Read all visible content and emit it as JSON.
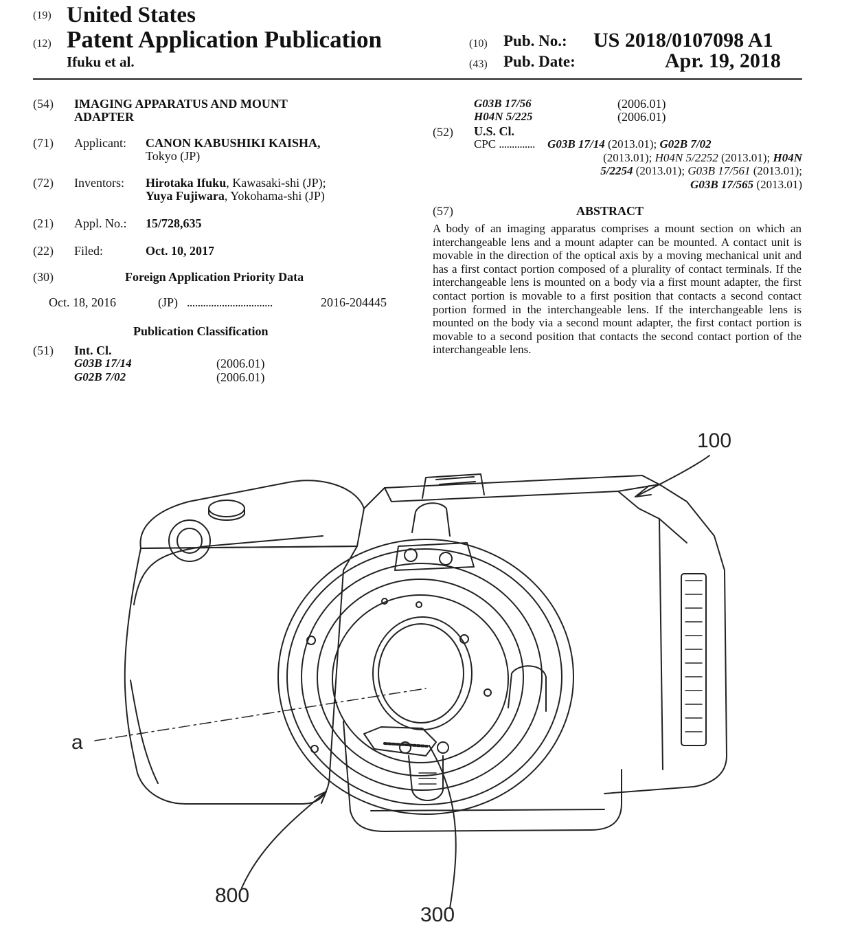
{
  "header": {
    "code_19": "(19)",
    "country": "United States",
    "code_12": "(12)",
    "doc_type": "Patent Application Publication",
    "inventor_short": "Ifuku et al.",
    "code_10": "(10)",
    "pub_no_label": "Pub. No.:",
    "pub_no": "US 2018/0107098 A1",
    "code_43": "(43)",
    "pub_date_label": "Pub. Date:",
    "pub_date": "Apr. 19, 2018"
  },
  "left": {
    "title_code": "(54)",
    "title_line1": "IMAGING APPARATUS AND MOUNT",
    "title_line2": "ADAPTER",
    "applicant_code": "(71)",
    "applicant_label": "Applicant:",
    "applicant_name": "CANON KABUSHIKI KAISHA,",
    "applicant_city": "Tokyo (JP)",
    "inventors_code": "(72)",
    "inventors_label": "Inventors:",
    "inventor1_name": "Hirotaka Ifuku",
    "inventor1_loc": ", Kawasaki-shi (JP);",
    "inventor2_name": "Yuya Fujiwara",
    "inventor2_loc": ", Yokohama-shi (JP)",
    "appl_code": "(21)",
    "appl_label": "Appl. No.:",
    "appl_no": "15/728,635",
    "filed_code": "(22)",
    "filed_label": "Filed:",
    "filed_date": "Oct. 10, 2017",
    "foreign_code": "(30)",
    "foreign_heading": "Foreign Application Priority Data",
    "priority_date": "Oct. 18, 2016",
    "priority_country": "(JP)",
    "priority_dots": "................................",
    "priority_number": "2016-204445",
    "pub_class_heading": "Publication Classification",
    "intcl_code": "(51)",
    "intcl_label": "Int. Cl.",
    "intcl": [
      {
        "cls": "G03B 17/14",
        "ver": "(2006.01)"
      },
      {
        "cls": "G02B 7/02",
        "ver": "(2006.01)"
      }
    ]
  },
  "right": {
    "intcl_cont": [
      {
        "cls": "G03B 17/56",
        "ver": "(2006.01)"
      },
      {
        "cls": "H04N 5/225",
        "ver": "(2006.01)"
      }
    ],
    "uscl_code": "(52)",
    "uscl_label": "U.S. Cl.",
    "cpc_label": "CPC",
    "cpc_dots": "..............",
    "cpc": {
      "c1": "G03B 17/14",
      "v1": " (2013.01); ",
      "c2": "G02B 7/02",
      "v2": "(2013.01); ",
      "c3": "H04N 5/2252",
      "v3": " (2013.01); ",
      "c4a": "H04N",
      "c4b": "5/2254",
      "v4": " (2013.01); ",
      "c5": "G03B 17/561",
      "v5": " (2013.01);",
      "c6": "G03B 17/565",
      "v6": " (2013.01)"
    },
    "abstract_code": "(57)",
    "abstract_heading": "ABSTRACT",
    "abstract_text": "A body of an imaging apparatus comprises a mount section on which an interchangeable lens and a mount adapter can be mounted. A contact unit is movable in the direction of the optical axis by a moving mechanical unit and has a first contact portion composed of a plurality of contact terminals. If the interchangeable lens is mounted on a body via a first mount adapter, the first contact portion is movable to a first position that contacts a second contact portion formed in the interchangeable lens. If the interchangeable lens is mounted on the body via a second mount adapter, the first contact portion is movable to a second position that contacts the second contact portion of the interchangeable lens."
  },
  "drawing": {
    "ref_100": "100",
    "ref_a": "a",
    "ref_800": "800",
    "ref_300": "300"
  }
}
